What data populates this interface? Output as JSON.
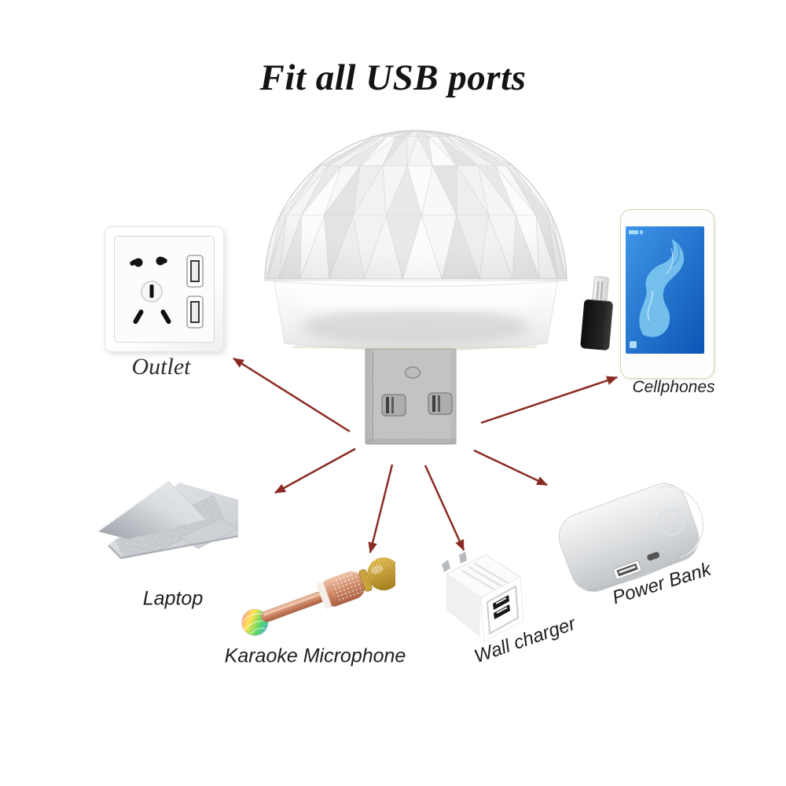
{
  "title": "Fit all USB ports",
  "colors": {
    "background": "#ffffff",
    "arrow": "#8a2b23",
    "title_text": "#141414",
    "label_text": "#1e1e1e"
  },
  "hub": {
    "image": "usb-mini-disco-ball-light-photo"
  },
  "devices": {
    "outlet": {
      "label": "Outlet",
      "image": "wall-outlet-with-dual-usb-photo"
    },
    "cellphones": {
      "label": "Cellphones",
      "image": "smartphone-with-lightning-adapter-photo"
    },
    "laptop": {
      "label": "Laptop",
      "image": "silver-laptop-photo"
    },
    "karaoke_microphone": {
      "label": "Karaoke Microphone",
      "image": "karaoke-microphone-photo"
    },
    "wall_charger": {
      "label": "Wall charger",
      "image": "dual-usb-wall-charger-photo"
    },
    "power_bank": {
      "label": "Power Bank",
      "image": "silver-power-bank-photo"
    }
  }
}
